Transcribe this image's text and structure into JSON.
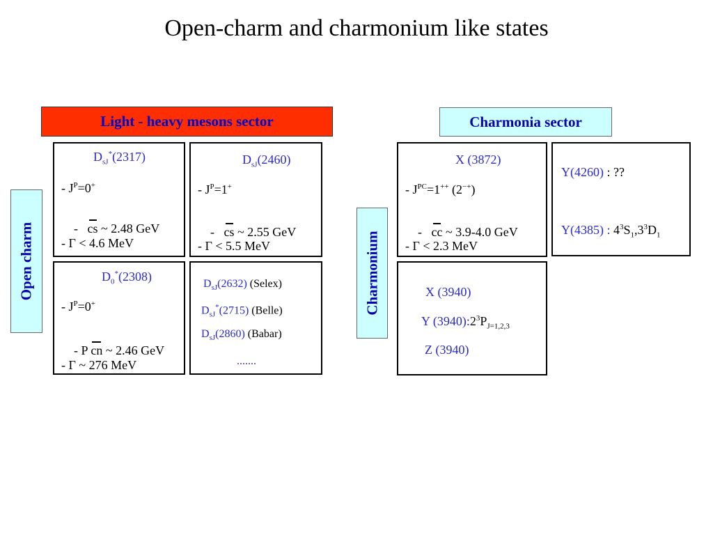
{
  "title": "Open-charm and charmonium like states",
  "light_heavy_label": "Light - heavy mesons sector",
  "charmonia_label": "Charmonia sector",
  "open_charm_label": "Open charm",
  "charmonium_label": "Charmonium",
  "colors": {
    "light_heavy_bg": "#ff2e00",
    "cyan_bg": "#ccffff",
    "text_blue": "#2a2acc"
  },
  "card_ds2317": {
    "name_main": "D",
    "name_sub": "sJ",
    "name_sup": "*",
    "name_rest": "(2317)",
    "jp_prefix": "- J",
    "jp_sup": "P",
    "jp_value": "=0",
    "parity_sup": "+",
    "mass_prefix": "-   ",
    "mass_quark": "cs",
    "mass_rest": " ~ 2.48 GeV",
    "width": "- Γ < 4.6 MeV"
  },
  "card_ds2460": {
    "name_main": "D",
    "name_sub": "sJ",
    "name_rest": "(2460)",
    "jp_prefix": "- J",
    "jp_sup": "P",
    "jp_value": "=1",
    "parity_sup": "+",
    "mass_prefix": "-   ",
    "mass_quark": "cs",
    "mass_rest": " ~ 2.55 GeV",
    "width": "- Γ < 5.5 MeV"
  },
  "card_d2308": {
    "name_main": "D",
    "name_sub": "0",
    "name_sup": "*",
    "name_rest": "(2308)",
    "jp_prefix": "- J",
    "jp_sup": "P",
    "jp_value": "=0",
    "parity_sup": "+",
    "mass_prefix": "- P ",
    "mass_quark": "cn",
    "mass_rest": " ~ 2.46 GeV",
    "width": "- Γ  ~ 276 MeV"
  },
  "card_ds_others": {
    "row1_main": "D",
    "row1_sub": "sJ",
    "row1_name": "(2632)",
    "row1_source": " (Selex)",
    "row2_main": "D",
    "row2_sub": "sJ",
    "row2_sup": "*",
    "row2_name": "(2715)",
    "row2_source": " (Belle)",
    "row3_main": "D",
    "row3_sub": "sJ",
    "row3_name": "(2860)",
    "row3_source": " (Babar)",
    "ellipsis": "......."
  },
  "card_x3872": {
    "name": "X (3872)",
    "jpc_prefix": "- J",
    "jpc_sup": "PC",
    "jpc_value": "=1",
    "jpc_value_sup": "++",
    "jpc_alt": " (2",
    "jpc_alt_sup": "−+",
    "jpc_close": ")",
    "mass_prefix": "-   ",
    "mass_quark": "cc",
    "mass_rest": " ~ 3.9-4.0 GeV",
    "width": "- Γ < 2.3 MeV"
  },
  "card_y": {
    "y4260_name": "Y(4260)",
    "y4260_rest": " : ??",
    "y4385_name": "Y(4385)",
    "y4385_sep": " : ",
    "y4385_a": "4",
    "y4385_a_sup": "3",
    "y4385_b": "S",
    "y4385_b_sub": "1",
    "y4385_c": ",3",
    "y4385_c_sup": "3",
    "y4385_d": "D",
    "y4385_d_sub": "1"
  },
  "card_3940": {
    "x_name": "X (3940)",
    "y_name": "Y (3940)",
    "y_sep": ":",
    "y_a": "2",
    "y_a_sup": "3",
    "y_b": "P",
    "y_b_sub": "J=1,2,3",
    "z_name": "Z (3940)"
  }
}
